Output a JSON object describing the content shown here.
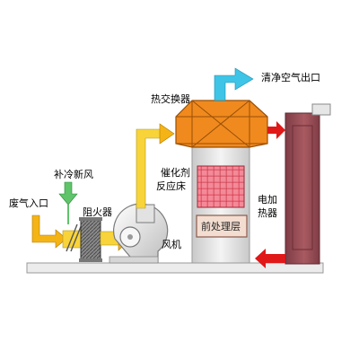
{
  "labels": {
    "clean_air_outlet": "清净空气出口",
    "heat_exchanger": "热交换器",
    "makeup_fresh_air": "补冷新风",
    "waste_gas_inlet": "废气入口",
    "flame_arrester": "阻火器",
    "catalyst": "催化剂",
    "reaction_bed": "反应床",
    "electric_heater_line1": "电加",
    "electric_heater_line2": "热器",
    "pretreatment_layer": "前处理层",
    "fan": "风机"
  },
  "colors": {
    "flow_arrow_yellow": "#f5b416",
    "duct_yellow": "#f8d43a",
    "heat_exchanger_orange": "#f08a1e",
    "chimney_brown": "#9b4f57",
    "hot_arrow_red": "#e01818",
    "clean_air_arrow": "#3ec4e6",
    "fresh_air_arrow": "#5fc46a",
    "catalyst_grid_pink": "#ee5b6e",
    "pretreatment_fill": "#f3ddd0",
    "equipment_gray": "#c8c8c8"
  },
  "icons": {
    "arrester": "flame-arrester-block",
    "fan": "centrifugal-fan"
  }
}
